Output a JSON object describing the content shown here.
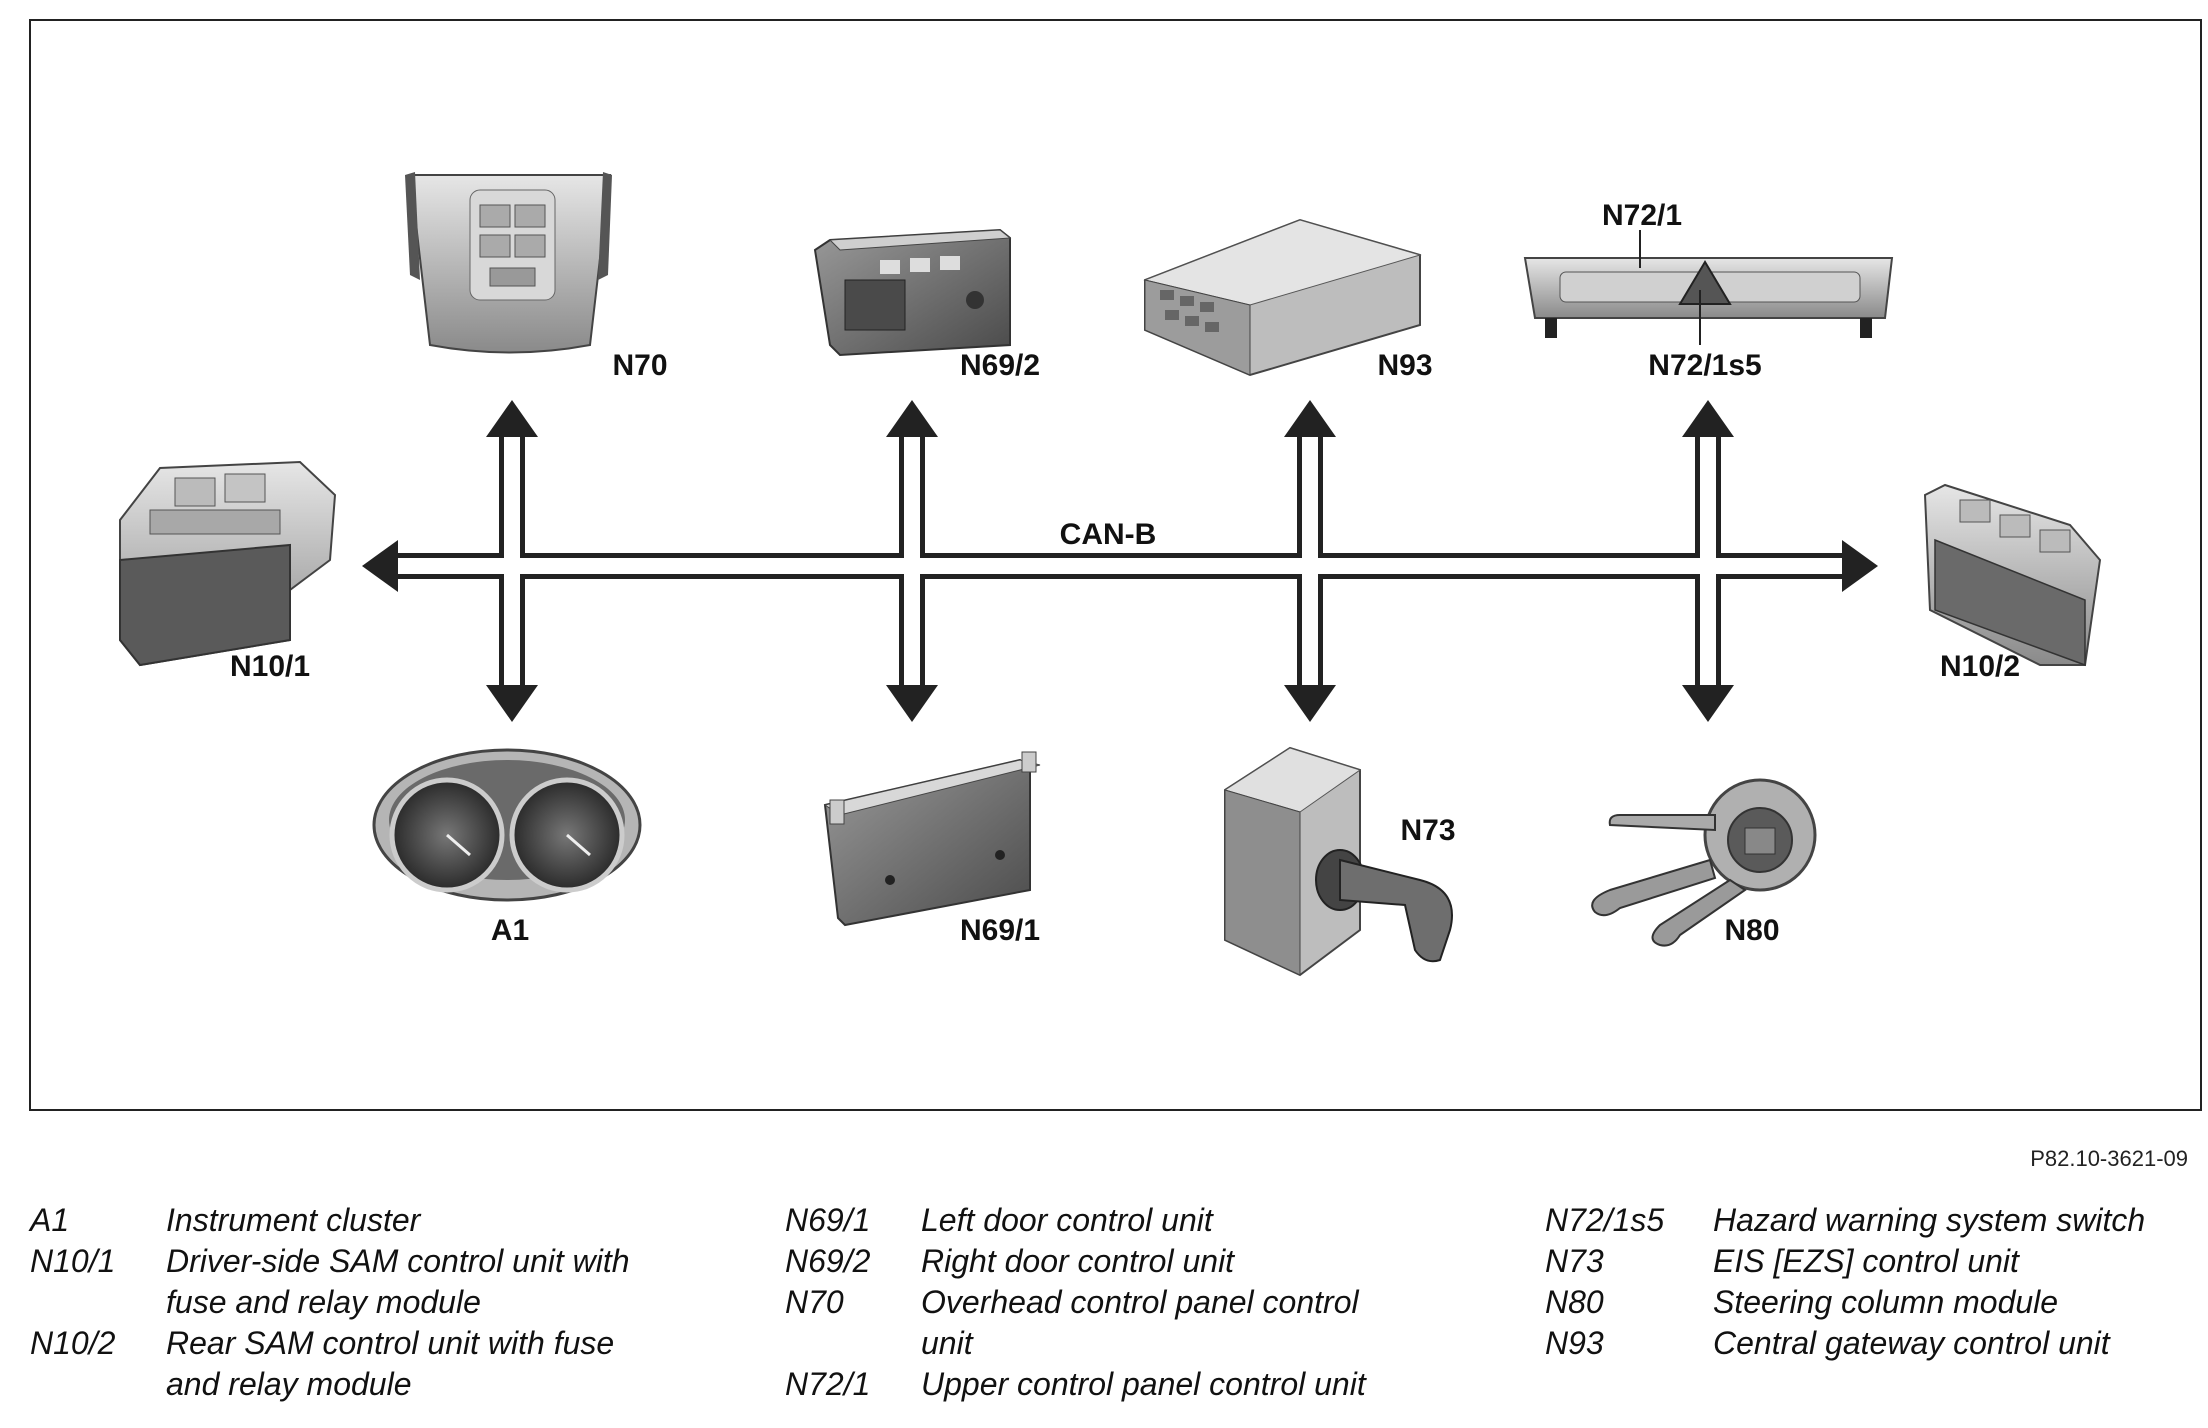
{
  "bus_label": "CAN-B",
  "reference": "P82.10-3621-09",
  "components": {
    "n10_1": "N10/1",
    "n10_2": "N10/2",
    "n70": "N70",
    "n69_2": "N69/2",
    "n93": "N93",
    "n72_1": "N72/1",
    "n72_1s5": "N72/1s5",
    "a1": "A1",
    "n69_1": "N69/1",
    "n73": "N73",
    "n80": "N80"
  },
  "legend": [
    [
      {
        "code": "A1",
        "desc": "Instrument cluster"
      },
      {
        "code": "N10/1",
        "desc": "Driver-side SAM control unit with\nfuse and relay module"
      },
      {
        "code": "N10/2",
        "desc": "Rear SAM control unit with fuse\nand relay module"
      }
    ],
    [
      {
        "code": "N69/1",
        "desc": "Left door control unit"
      },
      {
        "code": "N69/2",
        "desc": "Right door control unit"
      },
      {
        "code": "N70",
        "desc": "Overhead control panel control\nunit"
      },
      {
        "code": "N72/1",
        "desc": "Upper control panel control unit"
      }
    ],
    [
      {
        "code": "N72/1s5",
        "desc": "Hazard warning system switch"
      },
      {
        "code": "N73",
        "desc": "EIS [EZS] control unit"
      },
      {
        "code": "N80",
        "desc": "Steering column module"
      },
      {
        "code": "N93",
        "desc": "Central gateway control unit"
      }
    ]
  ]
}
